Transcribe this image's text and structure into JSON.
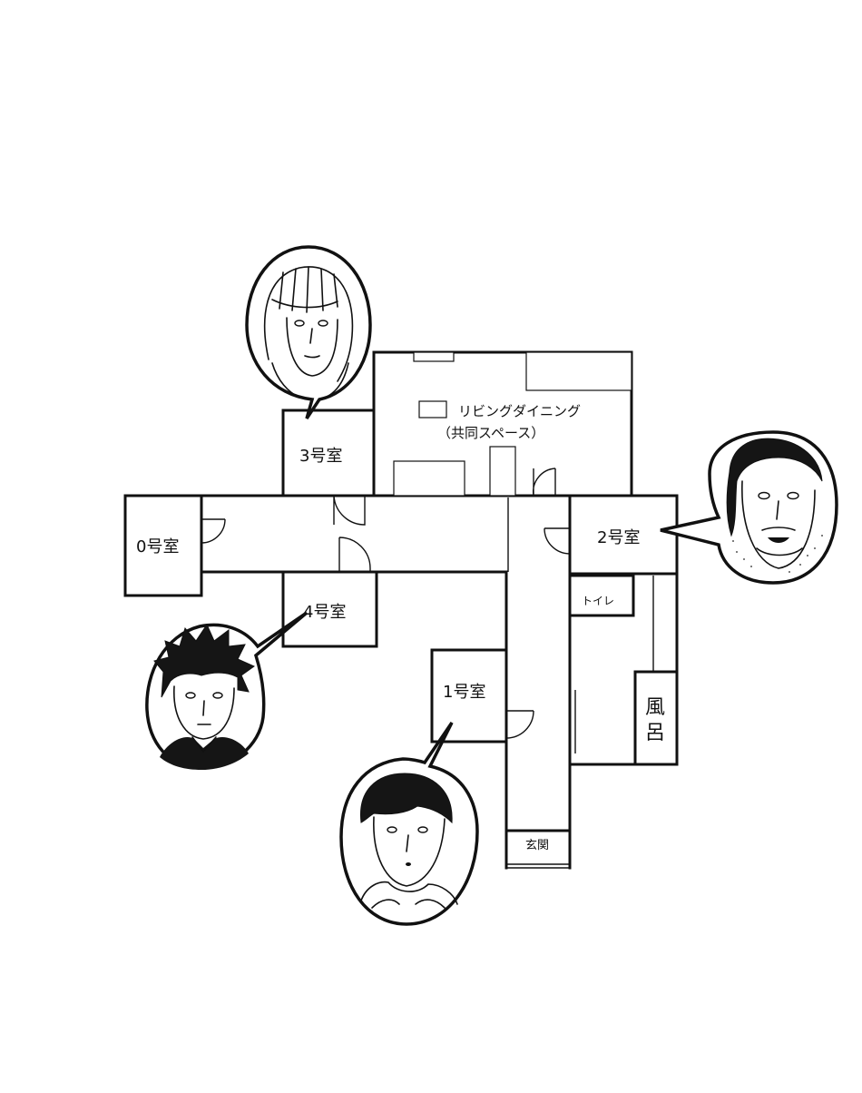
{
  "floor_plan": {
    "rooms": {
      "living": "リビングダイニング",
      "living_sub": "（共同スペース）",
      "room0": "0号室",
      "room1": "1号室",
      "room2": "2号室",
      "room3": "3号室",
      "room4": "4号室",
      "toilet": "トイレ",
      "bath_top": "風",
      "bath_bottom": "呂",
      "entrance": "玄関"
    }
  },
  "icons": [
    "woman-portrait-icon",
    "bearded-man-portrait-icon",
    "spiky-hair-man-portrait-icon",
    "short-hair-man-portrait-icon"
  ]
}
